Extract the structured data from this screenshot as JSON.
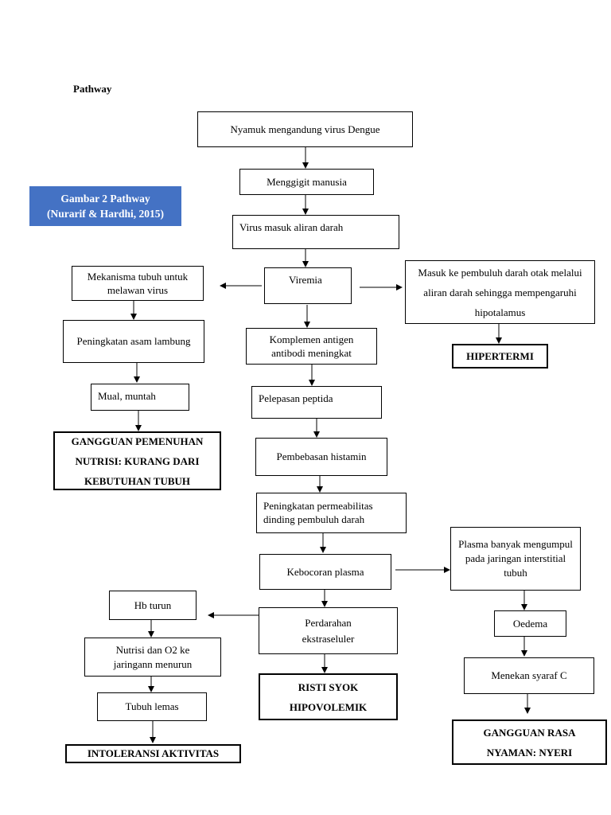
{
  "heading": "Pathway",
  "caption": {
    "line1": "Gambar 2 Pathway",
    "line2": "(Nurarif & Hardhi, 2015)"
  },
  "nodes": {
    "nyamuk": "Nyamuk mengandung virus Dengue",
    "menggigit": "Menggigit manusia",
    "virus_masuk": "Virus masuk aliran darah",
    "viremia": "Viremia",
    "mekanisma": "Mekanisma tubuh untuk melawan virus",
    "masuk_pembuluh": "Masuk ke pembuluh darah otak melalui aliran darah sehingga mempengaruhi hipotalamus",
    "hipertermi": "HIPERTERMI",
    "peningkatan_asam": "Peningkatan asam lambung",
    "mual": "Mual, muntah",
    "gangguan_nutrisi": "GANGGUAN PEMENUHAN NUTRISI: KURANG DARI KEBUTUHAN TUBUH",
    "komplemen": "Komplemen antigen antibodi meningkat",
    "pelepasan": "Pelepasan peptida",
    "pembebasan": "Pembebasan histamin",
    "permeabilitas": "Peningkatan permeabilitas dinding pembuluh darah",
    "kebocoran": "Kebocoran plasma",
    "plasma_banyak": "Plasma banyak mengumpul pada jaringan interstitial tubuh",
    "oedema": "Oedema",
    "menekan": "Menekan syaraf C",
    "gangguan_nyaman": "GANGGUAN RASA NYAMAN: NYERI",
    "perdarahan": "Perdarahan ekstraseluler",
    "risti": "RISTI SYOK HIPOVOLEMIK",
    "hb": "Hb turun",
    "nutrisi_o2": "Nutrisi dan O2 ke jaringann menurun",
    "tubuh_lemas": "Tubuh lemas",
    "intoleransi": "INTOLERANSI AKTIVITAS"
  }
}
